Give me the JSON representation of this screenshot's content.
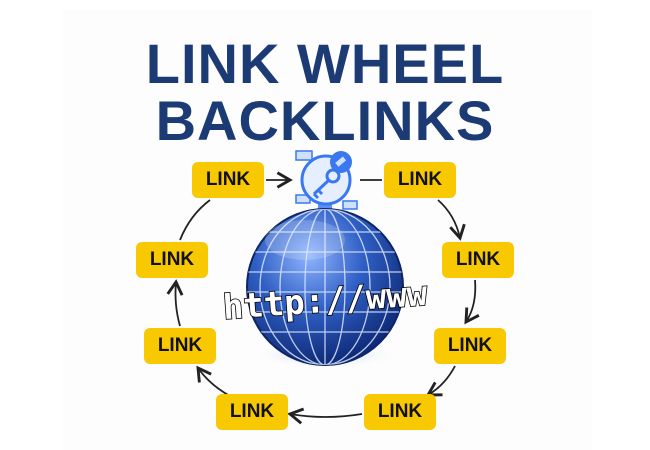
{
  "title": {
    "line1": "LINK WHEEL",
    "line2": "BACKLINKS"
  },
  "links": [
    "LINK",
    "LINK",
    "LINK",
    "LINK",
    "LINK",
    "LINK",
    "LINK",
    "LINK"
  ],
  "globe_text": "http://www",
  "colors": {
    "title": "#1c3b74",
    "link_box": "#f8c900",
    "globe": "#2a55b8",
    "key_icon": "#3a78f0"
  }
}
